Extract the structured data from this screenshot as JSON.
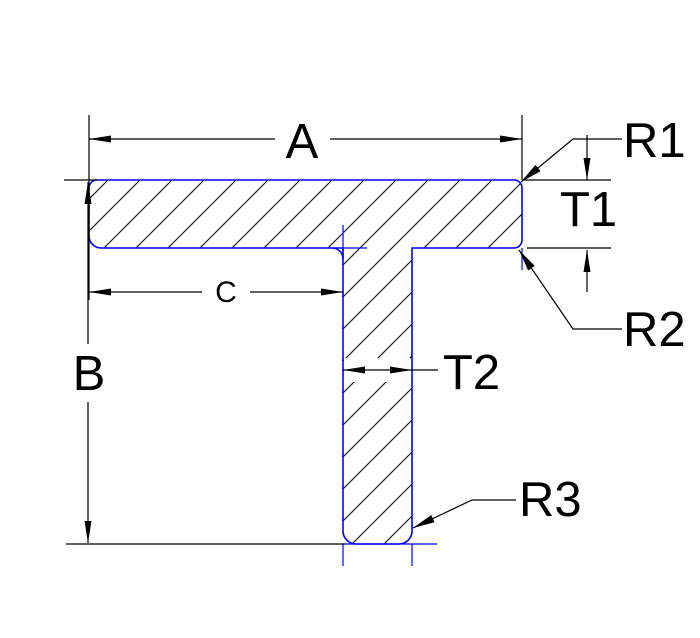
{
  "drawing": {
    "type": "tee-section-cross-section-drawing",
    "labels": {
      "a": "A",
      "b": "B",
      "c": "C",
      "t1": "T1",
      "t2": "T2",
      "r1": "R1",
      "r2": "R2",
      "r3": "R3"
    },
    "colors": {
      "profile_edge": "#0000ff",
      "dimension": "#000000",
      "background": "#ffffff"
    }
  }
}
